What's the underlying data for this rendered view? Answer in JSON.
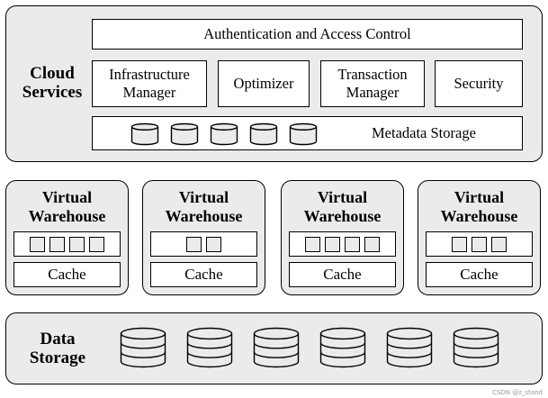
{
  "cloud_services": {
    "label": "Cloud Services",
    "auth": "Authentication and Access Control",
    "components": [
      "Infrastructure Manager",
      "Optimizer",
      "Transaction Manager",
      "Security"
    ],
    "metadata": {
      "label": "Metadata Storage",
      "db_icon_count": 5
    }
  },
  "warehouses": [
    {
      "title": "Virtual Warehouse",
      "cells": 4,
      "cache": "Cache"
    },
    {
      "title": "Virtual Warehouse",
      "cells": 2,
      "cache": "Cache"
    },
    {
      "title": "Virtual Warehouse",
      "cells": 4,
      "cache": "Cache"
    },
    {
      "title": "Virtual Warehouse",
      "cells": 3,
      "cache": "Cache"
    }
  ],
  "data_storage": {
    "label": "Data Storage",
    "db_icon_count": 6
  },
  "watermark": "CSDN @z_stand"
}
